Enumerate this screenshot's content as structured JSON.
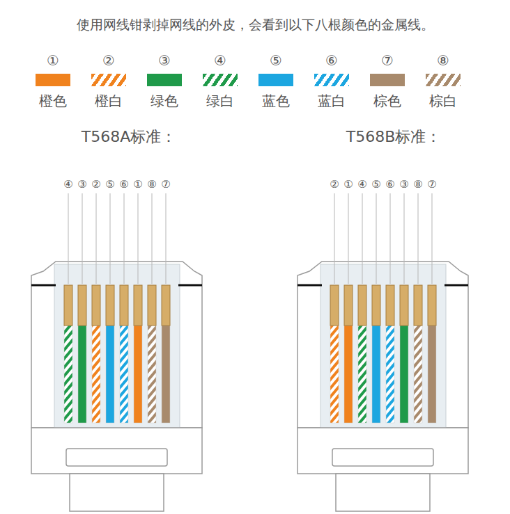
{
  "diagram": {
    "title": "使用网线钳剥掉网线的外皮，会看到以下八根颜色的金属线。",
    "labels": [
      "①",
      "②",
      "③",
      "④",
      "⑤",
      "⑥",
      "⑦",
      "⑧",
      "T568A标准：",
      "T568B标准：",
      "④",
      "③",
      "②",
      "⑤",
      "⑥",
      "①",
      "⑧",
      "⑦",
      "②",
      "①",
      "④",
      "⑤",
      "⑥",
      "③",
      "⑧",
      "⑦"
    ],
    "legend": [
      {
        "text": "橙色",
        "color": "#f0821e"
      },
      {
        "text": "橙白"
      },
      {
        "text": "绿色",
        "color": "#1f9a4a"
      },
      {
        "text": "绿白"
      },
      {
        "text": "蓝色",
        "color": "#1ca6e0"
      },
      {
        "text": "蓝白"
      },
      {
        "text": "棕色",
        "color": "#a88a6c"
      },
      {
        "text": "棕白"
      }
    ]
  }
}
